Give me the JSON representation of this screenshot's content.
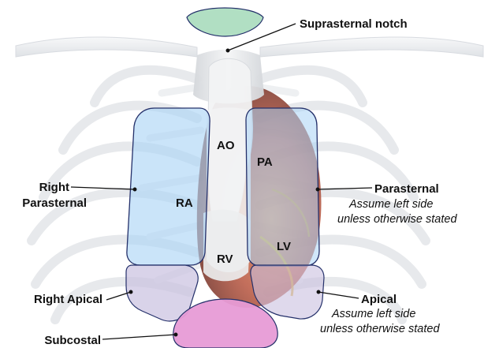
{
  "labels": {
    "suprasternal_notch": "Suprasternal notch",
    "right_parasternal_line1": "Right",
    "right_parasternal_line2": "Parasternal",
    "parasternal_title": "Parasternal",
    "parasternal_note_line1": "Assume left side",
    "parasternal_note_line2": "unless otherwise stated",
    "right_apical": "Right Apical",
    "apical_title": "Apical",
    "apical_note_line1": "Assume left side",
    "apical_note_line2": "unless otherwise stated",
    "subcostal": "Subcostal"
  },
  "chambers": {
    "ao": "AO",
    "pa": "PA",
    "ra": "RA",
    "rv": "RV",
    "lv": "LV"
  },
  "colors": {
    "suprasternal_window": "#a8dcbc",
    "parasternal_window": "#a9d3f5",
    "apical_window": "#c9c0e0",
    "subcostal_window": "#e79bd6",
    "window_outline": "#24306a",
    "heart_tissue": "#c96a4c",
    "ribs": "#e9ecef"
  }
}
